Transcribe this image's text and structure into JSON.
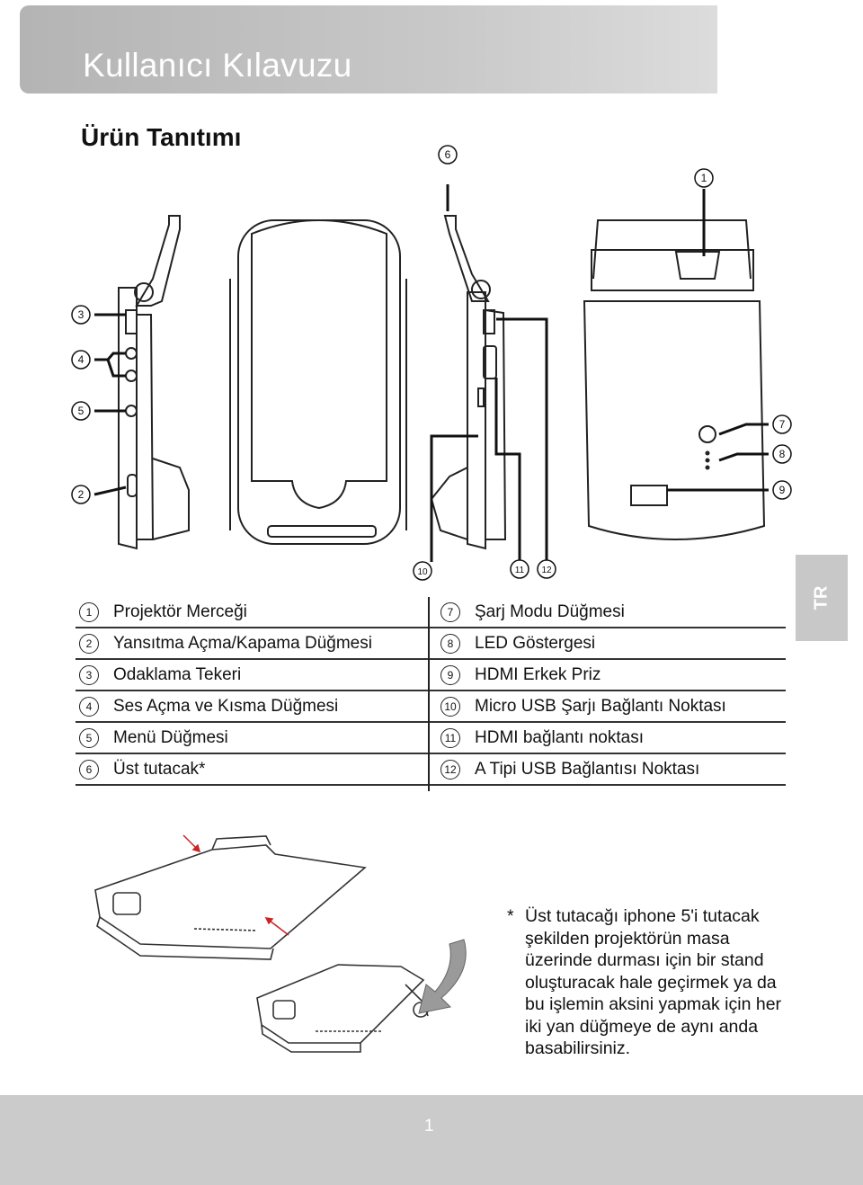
{
  "header": {
    "title": "Kullanıcı Kılavuzu"
  },
  "section": {
    "title": "Ürün Tanıtımı"
  },
  "diagram_labels": [
    "1",
    "2",
    "3",
    "4",
    "5",
    "6",
    "7",
    "8",
    "9",
    "10",
    "11",
    "12"
  ],
  "parts_left": [
    {
      "num": "1",
      "label": "Projektör Merceği"
    },
    {
      "num": "2",
      "label": "Yansıtma Açma/Kapama Düğmesi"
    },
    {
      "num": "3",
      "label": "Odaklama Tekeri"
    },
    {
      "num": "4",
      "label": "Ses Açma ve Kısma Düğmesi"
    },
    {
      "num": "5",
      "label": "Menü Düğmesi"
    },
    {
      "num": "6",
      "label": "Üst tutacak*"
    }
  ],
  "parts_right": [
    {
      "num": "7",
      "label": "Şarj Modu Düğmesi"
    },
    {
      "num": "8",
      "label": "LED Göstergesi"
    },
    {
      "num": "9",
      "label": "HDMI Erkek Priz"
    },
    {
      "num": "10",
      "label": "Micro USB Şarjı Bağlantı Noktası"
    },
    {
      "num": "11",
      "label": "HDMI bağlantı noktası"
    },
    {
      "num": "12",
      "label": "A Tipi USB Bağlantısı Noktası"
    }
  ],
  "language_tab": "TR",
  "note": {
    "marker": "*",
    "text": "Üst tutacağı iphone 5'i tutacak şekilden projektörün masa üzerinde durması için bir stand oluşturacak hale geçirmek ya da bu işlemin aksini yapmak için her iki yan düğmeye de aynı anda basabilirsiniz."
  },
  "footer": {
    "page_number": "1"
  }
}
